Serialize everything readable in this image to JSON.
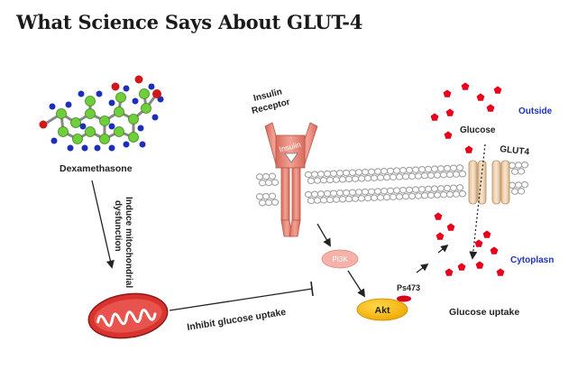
{
  "page": {
    "title": "What Science Says About GLUT-4"
  },
  "diagram": {
    "labels": {
      "dexamethasone": "Dexamethasone",
      "induce_line1": "Induce mitochondrial",
      "induce_line2": "dysfunction",
      "inhibit": "Inhibit glucose uptake",
      "insulin_receptor_line1": "Insulin",
      "insulin_receptor_line2": "Receptor",
      "insulin": "Insulin",
      "pi3k": "PI3K",
      "akt": "Akt",
      "ps473": "Ps473",
      "glucose": "Glucose",
      "glut4": "GLUT4",
      "outside": "Outside",
      "cytoplasm": "Cytoplasn",
      "glucose_uptake": "Glucose uptake"
    },
    "colors": {
      "receptor": "#e8897a",
      "receptor_dark": "#c2594a",
      "pi3k": "#f4b2a9",
      "akt": "#f5b800",
      "phospho": "#d6001c",
      "glucose": "#e8001c",
      "glut4": "#f0d4b0",
      "mitochondrion": "#d8332e",
      "membrane": "#9a9a9a",
      "blue_label": "#1f33c2",
      "atom_carbon": "#6fcf3a",
      "atom_nitrogen": "#1c2fb8",
      "atom_oxygen": "#d01818"
    }
  }
}
